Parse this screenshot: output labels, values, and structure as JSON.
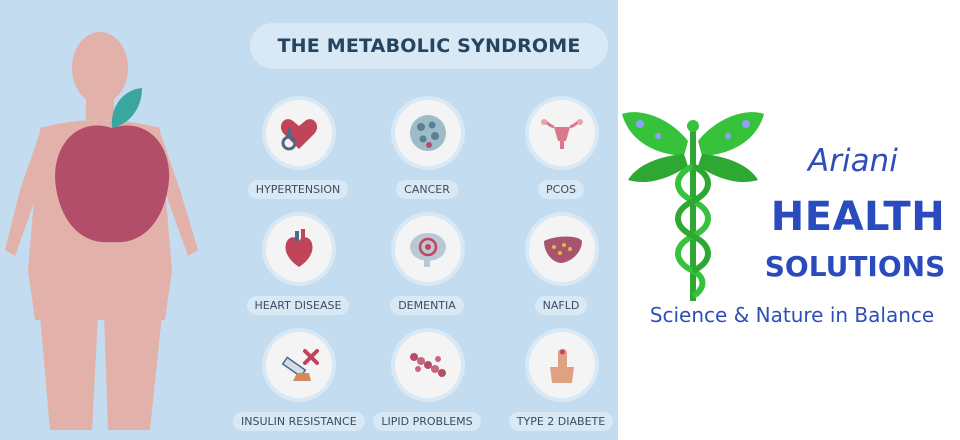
{
  "infographic": {
    "title": "THE METABOLIC SYNDROME",
    "conditions": [
      {
        "label": "HYPERTENSION",
        "icon": "heart-stethoscope-icon"
      },
      {
        "label": "CANCER",
        "icon": "cell-cluster-icon"
      },
      {
        "label": "PCOS",
        "icon": "uterus-icon"
      },
      {
        "label": "HEART DISEASE",
        "icon": "anatomical-heart-icon"
      },
      {
        "label": "DEMENTIA",
        "icon": "brain-target-icon"
      },
      {
        "label": "NAFLD",
        "icon": "liver-icon"
      },
      {
        "label": "INSULIN RESISTANCE",
        "icon": "syringe-cross-icon"
      },
      {
        "label": "LIPID PROBLEMS",
        "icon": "lipid-chain-icon"
      },
      {
        "label": "TYPE 2 DIABETE",
        "icon": "finger-prick-icon"
      }
    ],
    "colors": {
      "background": "#c3dcef",
      "pill": "#d8e8f5",
      "apple": "#b24d6a",
      "leaf": "#3aa6a0",
      "body": "#e2b2aa"
    }
  },
  "brand": {
    "line1": "Ariani",
    "line2": "HEALTH",
    "line3": "SOLUTIONS",
    "tagline": "Science & Nature in Balance",
    "colors": {
      "text": "#2a4bbd",
      "caduceus": "#36c23a"
    }
  }
}
